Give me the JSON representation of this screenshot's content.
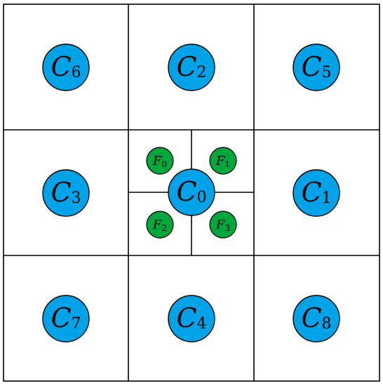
{
  "colors": {
    "coarse_fill": "#00a2e8",
    "fine_fill": "#00a73c",
    "line": "#000000",
    "background": "#ffffff"
  },
  "coarse_cells": [
    {
      "id": "c6",
      "letter": "C",
      "sub": "6"
    },
    {
      "id": "c2",
      "letter": "C",
      "sub": "2"
    },
    {
      "id": "c5",
      "letter": "C",
      "sub": "5"
    },
    {
      "id": "c3",
      "letter": "C",
      "sub": "3"
    },
    {
      "id": "c0",
      "letter": "C",
      "sub": "0"
    },
    {
      "id": "c1",
      "letter": "C",
      "sub": "1"
    },
    {
      "id": "c7",
      "letter": "C",
      "sub": "7"
    },
    {
      "id": "c4",
      "letter": "C",
      "sub": "4"
    },
    {
      "id": "c8",
      "letter": "C",
      "sub": "8"
    }
  ],
  "fine_cells": [
    {
      "id": "f0",
      "letter": "F",
      "sub": "0"
    },
    {
      "id": "f1",
      "letter": "F",
      "sub": "1"
    },
    {
      "id": "f2",
      "letter": "F",
      "sub": "2"
    },
    {
      "id": "f3",
      "letter": "F",
      "sub": "3"
    }
  ]
}
